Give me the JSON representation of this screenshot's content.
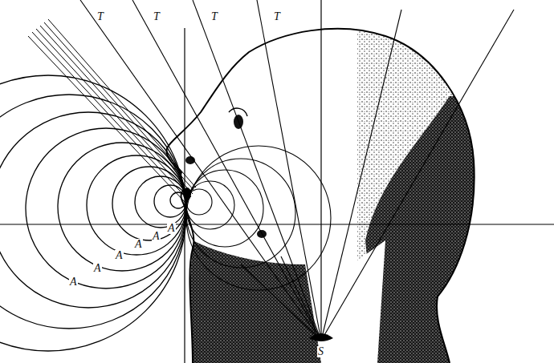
{
  "diagram": {
    "labels": [
      "T",
      "T",
      "T",
      "T",
      "A",
      "A",
      "A",
      "A",
      "A",
      "A",
      "S"
    ]
  }
}
